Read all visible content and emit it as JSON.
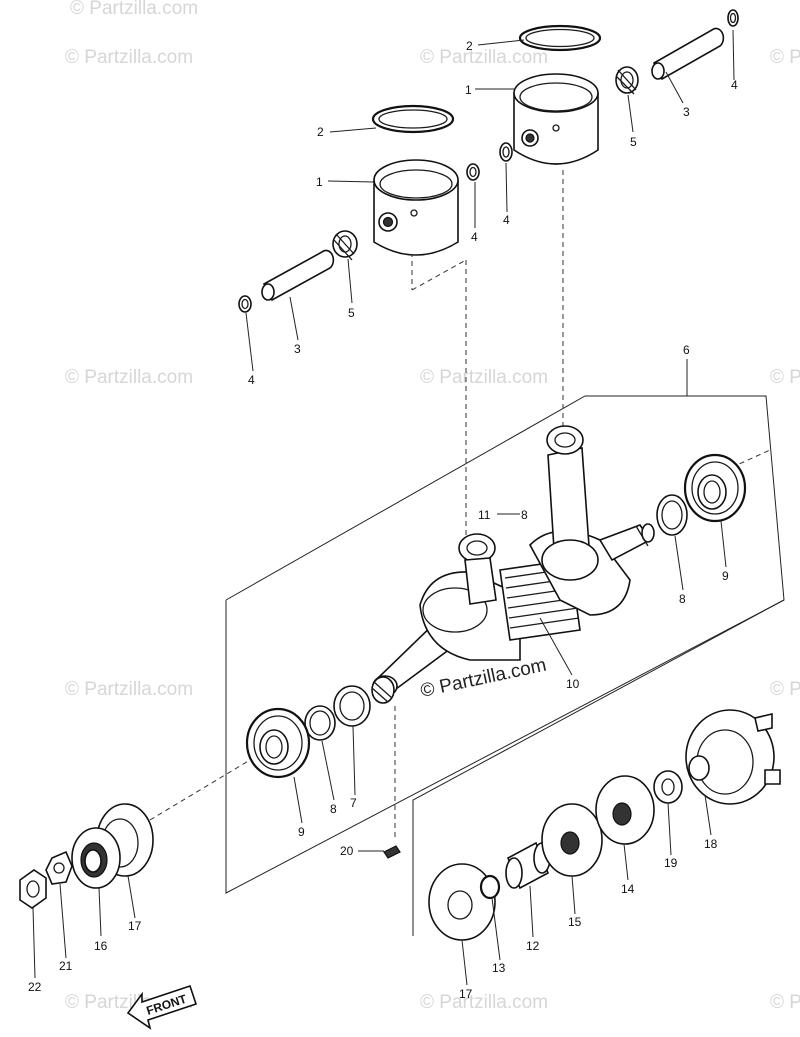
{
  "watermark": "© Partzilla.com",
  "front_label": "FRONT",
  "callouts": {
    "c1a": "1",
    "c1b": "1",
    "c2a": "2",
    "c2b": "2",
    "c3a": "3",
    "c3b": "3",
    "c4a": "4",
    "c4b": "4",
    "c4c": "4",
    "c4d": "4",
    "c5a": "5",
    "c5b": "5",
    "c6": "6",
    "c7": "7",
    "c8a": "8",
    "c8b": "8",
    "c9a": "9",
    "c9b": "9",
    "c10": "10",
    "c11": "11",
    "c11ref": "8",
    "c12": "12",
    "c13": "13",
    "c14": "14",
    "c15": "15",
    "c16": "16",
    "c17a": "17",
    "c17b": "17",
    "c18": "18",
    "c19": "19",
    "c20": "20",
    "c21": "21",
    "c22": "22"
  }
}
